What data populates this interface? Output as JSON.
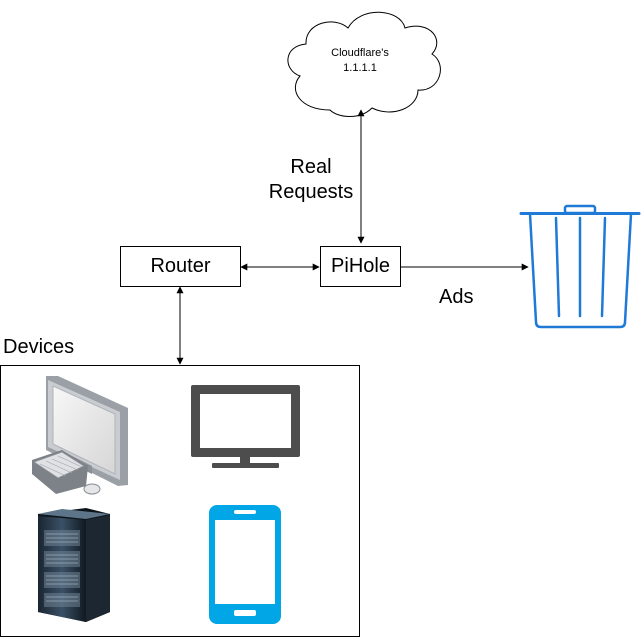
{
  "nodes": {
    "router": "Router",
    "pihole": "PiHole",
    "cloud": [
      "Cloudflare's",
      "1.1.1.1"
    ]
  },
  "edges": {
    "real_requests": [
      "Real",
      "Requests"
    ],
    "ads": "Ads"
  },
  "groups": {
    "devices": "Devices"
  },
  "icons": {
    "desktop": "desktop-computer-icon",
    "monitor": "monitor-icon",
    "server": "server-rack-icon",
    "phone": "smartphone-icon",
    "trash": "trash-can-icon"
  },
  "colors": {
    "monitor": "#4d4d4d",
    "phone": "#00a6e6",
    "trash": "#1e7ad6"
  }
}
